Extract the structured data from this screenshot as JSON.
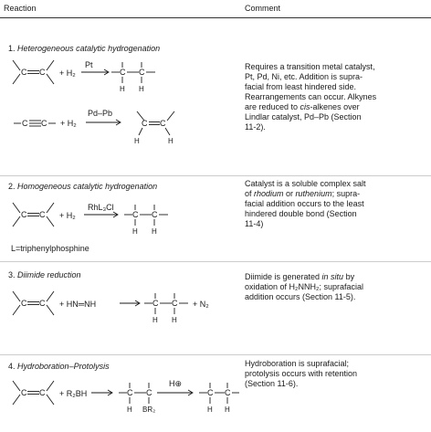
{
  "header": {
    "reaction": "Reaction",
    "comment": "Comment"
  },
  "rows": [
    {
      "number": "1.",
      "title": "Heterogeneous catalytic hydrogenation",
      "comment": [
        "Requires a transition metal catalyst,",
        "Pt, Pd, Ni, etc. Addition is supra-",
        "facial from least hindered side.",
        "Rearrangements can occur. Alkynes",
        "are reduced to cis-alkenes over",
        "Lindlar catalyst, Pd–Pb (Section",
        "11-2)."
      ],
      "scheme_a": {
        "reagent": "+ H₂",
        "catalyst": "Pt"
      },
      "scheme_b": {
        "reagent": "+ H₂",
        "catalyst": "Pd–Pb"
      }
    },
    {
      "number": "2.",
      "title": "Homogeneous catalytic hydrogenation",
      "comment": [
        "Catalyst is a soluble complex salt",
        "of rhodium or ruthenium; supra-",
        "facial addition occurs to the least",
        "hindered double bond (Section",
        "11-4)"
      ],
      "scheme": {
        "reagent": "+ H₂",
        "catalyst": "RhL₃Cl"
      },
      "note": "L=triphenylphosphine"
    },
    {
      "number": "3.",
      "title": "Diimide reduction",
      "comment": [
        "Diimide is generated in situ by",
        "oxidation of H₂NNH₂; suprafacial",
        "addition occurs (Section 11-5)."
      ],
      "scheme": {
        "reagent": "+ HN═NH",
        "byproduct": "+ N₂"
      }
    },
    {
      "number": "4.",
      "title": "Hydroboration–Protolysis",
      "comment": [
        "Hydroboration is suprafacial;",
        "protolysis occurs with retention",
        "(Section 11-6)."
      ],
      "scheme": {
        "reagent": "+ R₂BH",
        "catalyst": "H⊕",
        "boron": "BR₂"
      }
    }
  ],
  "atoms": {
    "C": "C",
    "H": "H"
  }
}
